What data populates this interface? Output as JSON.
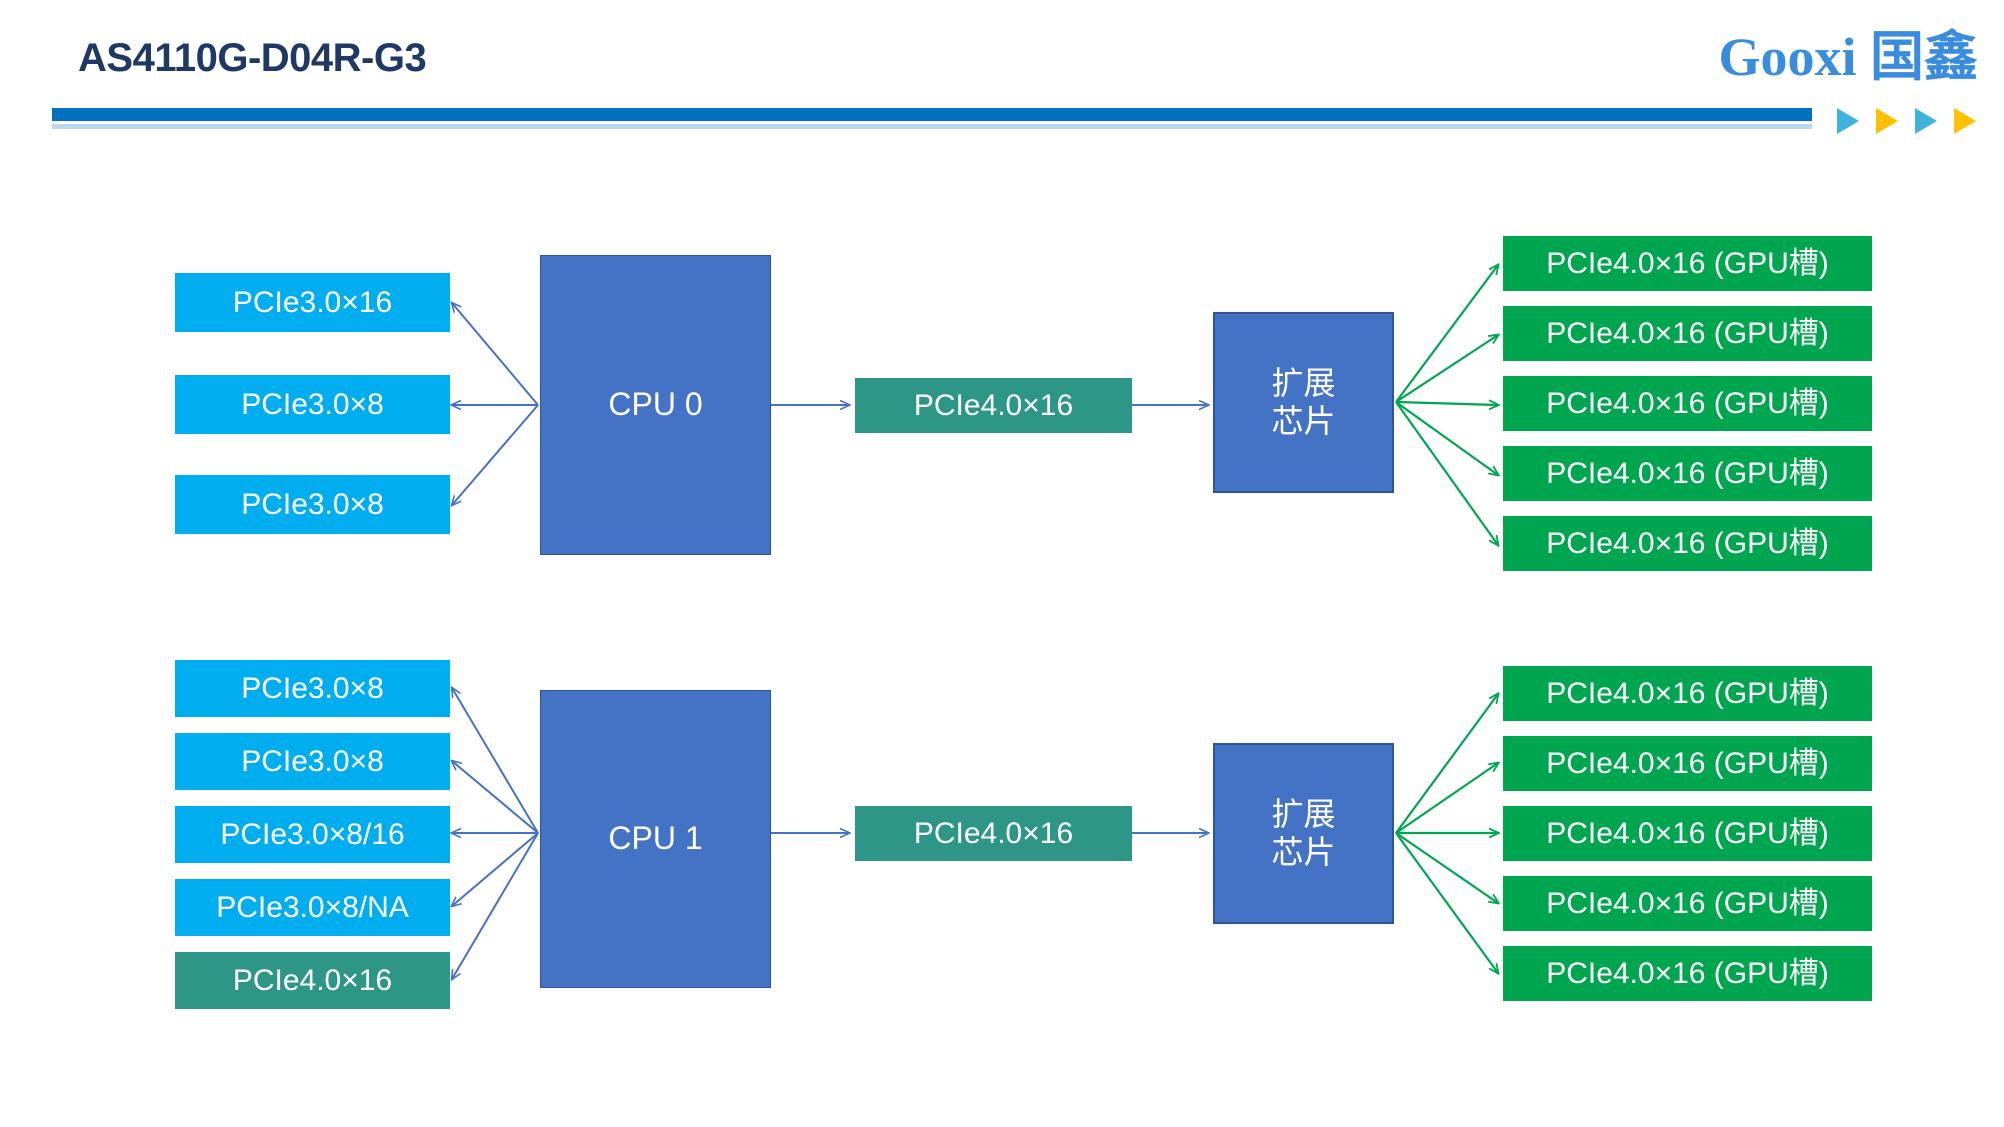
{
  "header": {
    "title": "AS4110G-D04R-G3",
    "rule_color": "#0070C0",
    "title_color": "#1F3864"
  },
  "logo": {
    "wordmark": "Gooxi 国鑫",
    "color": "#3A8DDE",
    "triangles": [
      "#3FB3DC",
      "#FFC000",
      "#3FB3DC",
      "#FFC000"
    ]
  },
  "palette": {
    "cyan": "#00AEEF",
    "teal": "#2E9687",
    "green": "#00A64F",
    "cpu_blue": "#4472C4",
    "cpu_border": "#2F5597",
    "blue_arrow": "#4472C4",
    "green_arrow": "#00A64F"
  },
  "diagram": {
    "groups": [
      {
        "id": "cpu0",
        "cpu_label": "CPU 0",
        "left_slots": [
          {
            "label": "PCIe3.0×16",
            "style": "cyan"
          },
          {
            "label": "PCIe3.0×8",
            "style": "cyan"
          },
          {
            "label": "PCIe3.0×8",
            "style": "cyan"
          }
        ],
        "uplink": {
          "label": "PCIe4.0×16",
          "style": "teal"
        },
        "switch_label": "扩展\n芯片",
        "gpu_slots": [
          {
            "label": "PCIe4.0×16 (GPU槽)",
            "style": "green"
          },
          {
            "label": "PCIe4.0×16 (GPU槽)",
            "style": "green"
          },
          {
            "label": "PCIe4.0×16 (GPU槽)",
            "style": "green"
          },
          {
            "label": "PCIe4.0×16 (GPU槽)",
            "style": "green"
          },
          {
            "label": "PCIe4.0×16 (GPU槽)",
            "style": "green"
          }
        ]
      },
      {
        "id": "cpu1",
        "cpu_label": "CPU 1",
        "left_slots": [
          {
            "label": "PCIe3.0×8",
            "style": "cyan"
          },
          {
            "label": "PCIe3.0×8",
            "style": "cyan"
          },
          {
            "label": "PCIe3.0×8/16",
            "style": "cyan"
          },
          {
            "label": "PCIe3.0×8/NA",
            "style": "cyan"
          },
          {
            "label": "PCIe4.0×16",
            "style": "teal"
          }
        ],
        "uplink": {
          "label": "PCIe4.0×16",
          "style": "teal"
        },
        "switch_label": "扩展\n芯片",
        "gpu_slots": [
          {
            "label": "PCIe4.0×16 (GPU槽)",
            "style": "green"
          },
          {
            "label": "PCIe4.0×16 (GPU槽)",
            "style": "green"
          },
          {
            "label": "PCIe4.0×16 (GPU槽)",
            "style": "green"
          },
          {
            "label": "PCIe4.0×16 (GPU槽)",
            "style": "green"
          },
          {
            "label": "PCIe4.0×16 (GPU槽)",
            "style": "green"
          }
        ]
      }
    ]
  }
}
